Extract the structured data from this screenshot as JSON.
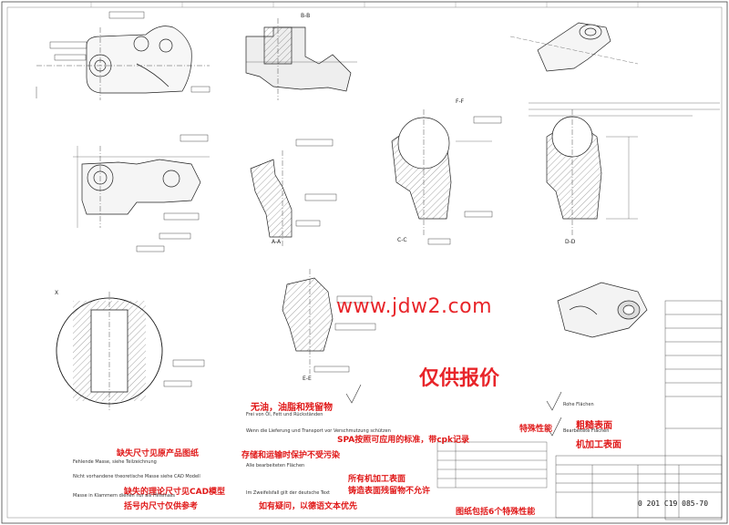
{
  "watermark": "www.jdw2.com",
  "quote_label": "仅供报价",
  "annotations": {
    "no_oil": "无油，油脂和残留物",
    "rough_surface": "粗糙表面",
    "machining_surface": "机加工表面",
    "spa_cpk": "SPA按照可应用的标准，带cpk记录",
    "special_char": "特殊性能",
    "missing_dim": "缺失尺寸见原产品图纸",
    "storage": "存储和运输时保护不受污染",
    "missing_theory": "缺失的理论尺寸见CAD模型",
    "paren_ref": "括号内尺寸仅供参考",
    "machined_surfaces": "所有机加工表面",
    "casting_residue": "铸造表面残留物不允许",
    "doubts_text": "如有疑问，以德语文本优先",
    "six_special": "图纸包括6个特殊性能"
  },
  "views": {
    "b_b": "B-B",
    "a_a": "A-A",
    "c_c": "C-C",
    "d_d": "D-D",
    "e_e": "E-E",
    "f_f": "F-F",
    "detail_x": "X"
  },
  "title_block": {
    "drawing_number": "0 201 C19 085-70"
  },
  "notes": {
    "left_1": "Fehlende Masse, siehe Teilzeichnung",
    "left_2": "Nicht vorhandene theoretische Masse siehe CAD Modell",
    "left_3": "Masse in Klammern dienen nur als Hilfsmass",
    "center_1": "Frei von Öl, Fett und Rückständen",
    "center_2": "Wenn die Lieferung und Transport vor Verschmutzung schützen",
    "center_3": "Alle bearbeiteten Flächen",
    "center_4": "Im Zweifelsfall gilt der deutsche Text",
    "right_1": "Rohe Flächen",
    "right_2": "Bearbeitete Flächen"
  }
}
